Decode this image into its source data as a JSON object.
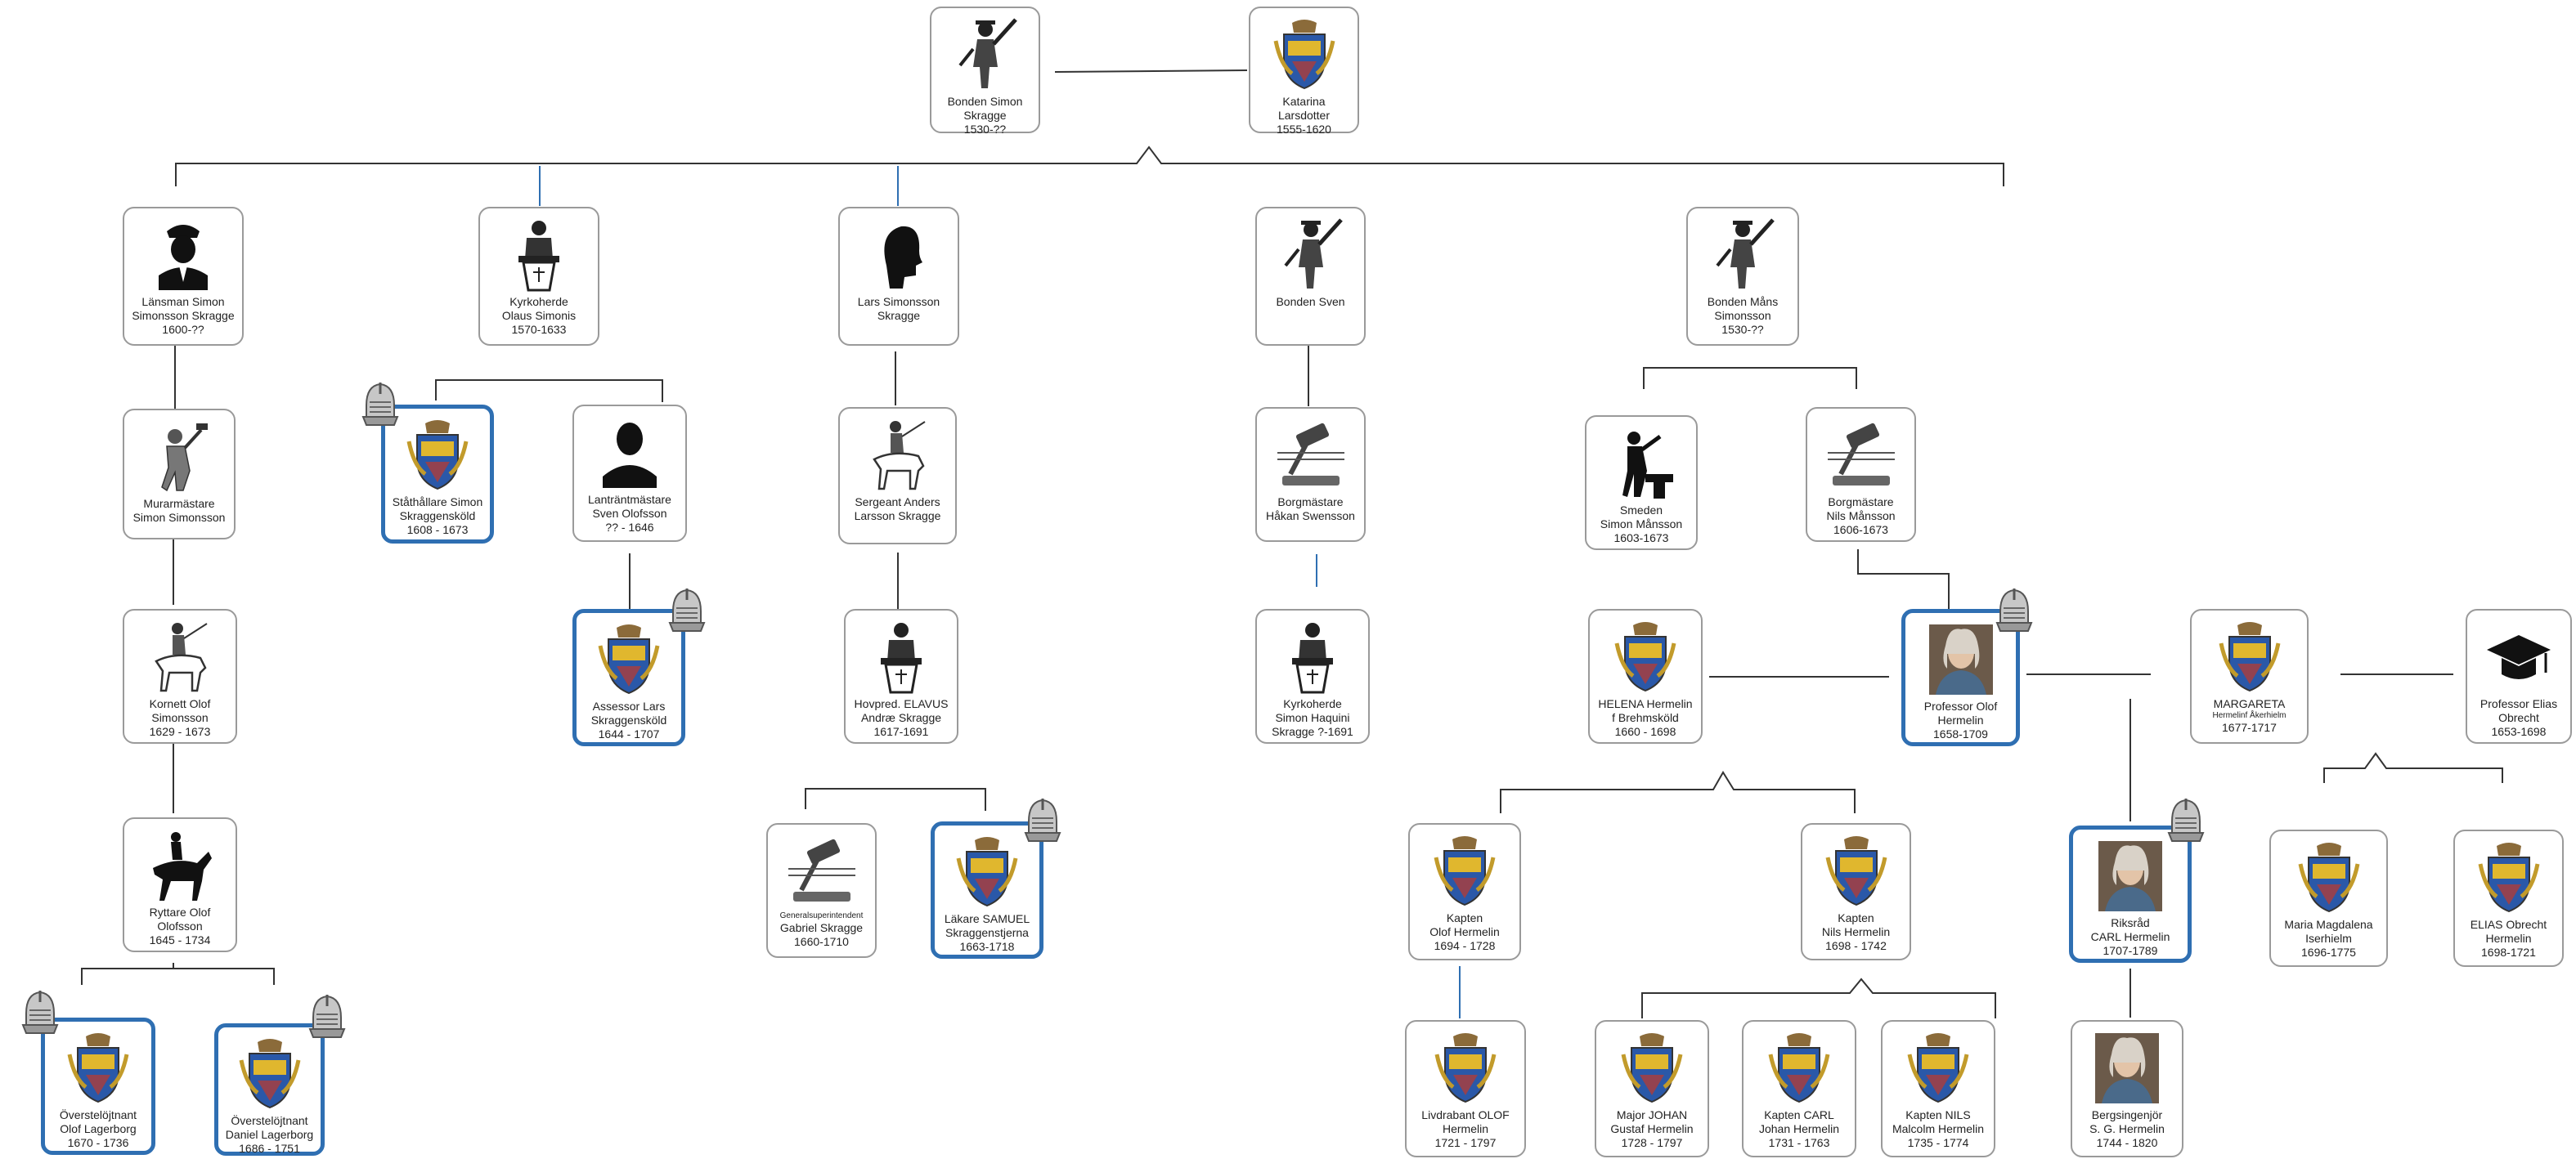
{
  "nodes": {
    "simon_skragge": {
      "lines": [
        "Bonden Simon",
        "Skragge",
        "1530-??"
      ],
      "icon": "farmer-with-flail-icon"
    },
    "katarina": {
      "lines": [
        "Katarina",
        "Larsdotter",
        "1555-1620"
      ],
      "icon": "coat-of-arms-icon"
    },
    "lansman_simon": {
      "lines": [
        "Länsman Simon",
        "Simonsson Skragge",
        "1600-??"
      ],
      "icon": "uniformed-officer-icon"
    },
    "olaus_simonis": {
      "lines": [
        "Kyrkoherde",
        "Olaus Simonis",
        "1570-1633"
      ],
      "icon": "preacher-at-pulpit-icon"
    },
    "lars_simonsson": {
      "lines": [
        "Lars Simonsson",
        "Skragge"
      ],
      "icon": "head-silhouette-icon"
    },
    "bonden_sven": {
      "lines": [
        "Bonden Sven"
      ],
      "icon": "farmer-with-flail-icon"
    },
    "mans_simonsson": {
      "lines": [
        "Bonden Måns",
        "Simonsson",
        "1530-??"
      ],
      "icon": "farmer-with-flail-icon"
    },
    "murarmastare": {
      "lines": [
        "Murarmästare",
        "Simon Simonsson"
      ],
      "icon": "mason-with-hammer-icon"
    },
    "stathallare": {
      "lines": [
        "Ståthållare Simon",
        "Skraggensköld",
        "1608 - 1673"
      ],
      "icon": "coat-of-arms-icon"
    },
    "lantrantmastare": {
      "lines": [
        "Lanträntmästare",
        "Sven Olofsson",
        "??  - 1646"
      ],
      "icon": "person-silhouette-icon"
    },
    "sergeant_anders": {
      "lines": [
        "Sergeant Anders",
        "Larsson Skragge"
      ],
      "icon": "mounted-soldier-icon"
    },
    "hakan_swensson": {
      "lines": [
        "Borgmästare",
        "Håkan Swensson"
      ],
      "icon": "gavel-icon"
    },
    "smeden": {
      "lines": [
        "Smeden",
        "Simon Månsson",
        "1603-1673"
      ],
      "icon": "blacksmith-icon"
    },
    "nils_mansson": {
      "lines": [
        "Borgmästare",
        "Nils Månsson",
        "1606-1673"
      ],
      "icon": "gavel-icon"
    },
    "kornett_olof": {
      "lines": [
        "Kornett Olof",
        "Simonsson",
        "1629 - 1673"
      ],
      "icon": "mounted-soldier-icon"
    },
    "assessor_lars": {
      "lines": [
        "Assessor Lars",
        "Skraggensköld",
        "1644 - 1707"
      ],
      "icon": "coat-of-arms-icon"
    },
    "hovpred_elavus": {
      "lines": [
        "Hovpred. ELAVUS",
        "Andræ Skragge",
        "1617-1691"
      ],
      "icon": "preacher-at-pulpit-icon"
    },
    "simon_haquini": {
      "lines": [
        "Kyrkoherde",
        "Simon Haquini",
        "Skragge ?-1691"
      ],
      "icon": "preacher-at-pulpit-icon"
    },
    "helena": {
      "lines": [
        "HELENA  Hermelin",
        "f Brehmsköld",
        "1660 - 1698"
      ],
      "icon": "coat-of-arms-icon"
    },
    "professor_olof": {
      "lines": [
        "Professor Olof",
        "Hermelin",
        "1658-1709"
      ],
      "icon": "portrait-icon"
    },
    "margareta": {
      "lines": [
        "MARGARETA",
        "Hermelinf Åkerhielm",
        "1677-1717"
      ],
      "icon": "coat-of-arms-icon"
    },
    "elias_obrecht": {
      "lines": [
        "Professor Elias",
        "Obrecht",
        "1653-1698"
      ],
      "icon": "graduation-cap-icon"
    },
    "ryttare_olof": {
      "lines": [
        "Ryttare Olof",
        "Olofsson",
        "1645 - 1734"
      ],
      "icon": "horse-rider-icon"
    },
    "gabriel_skragge": {
      "lines": [
        "Generalsuperintendent",
        "Gabriel Skragge",
        "1660-1710"
      ],
      "icon": "gavel-icon"
    },
    "samuel": {
      "lines": [
        "Läkare SAMUEL",
        "Skraggenstjerna",
        "1663-1718"
      ],
      "icon": "coat-of-arms-icon"
    },
    "kapten_olof": {
      "lines": [
        "Kapten",
        "Olof Hermelin",
        "1694 - 1728"
      ],
      "icon": "coat-of-arms-icon"
    },
    "kapten_nils": {
      "lines": [
        "Kapten",
        "Nils Hermelin",
        "1698 - 1742"
      ],
      "icon": "coat-of-arms-icon"
    },
    "carl_hermelin": {
      "lines": [
        "Riksråd",
        "CARL Hermelin",
        "1707-1789"
      ],
      "icon": "portrait-icon"
    },
    "maria_magdalena": {
      "lines": [
        "Maria Magdalena",
        "Iserhielm",
        "1696-1775"
      ],
      "icon": "coat-of-arms-icon"
    },
    "elias_obrecht_jr": {
      "lines": [
        "ELIAS Obrecht",
        "Hermelin",
        "1698-1721"
      ],
      "icon": "coat-of-arms-icon"
    },
    "olof_lagerborg": {
      "lines": [
        "Överstelöjtnant",
        "Olof Lagerborg",
        "1670 - 1736"
      ],
      "icon": "coat-of-arms-icon"
    },
    "daniel_lagerborg": {
      "lines": [
        "Överstelöjtnant",
        "Daniel Lagerborg",
        "1686 - 1751"
      ],
      "icon": "coat-of-arms-icon"
    },
    "livdrabant_olof": {
      "lines": [
        "Livdrabant OLOF",
        "Hermelin",
        "1721 - 1797"
      ],
      "icon": "coat-of-arms-icon"
    },
    "major_johan": {
      "lines": [
        "Major JOHAN",
        "Gustaf Hermelin",
        "1728 - 1797"
      ],
      "icon": "coat-of-arms-icon"
    },
    "kapten_carl": {
      "lines": [
        "Kapten CARL",
        "Johan Hermelin",
        "1731 - 1763"
      ],
      "icon": "coat-of-arms-icon"
    },
    "kapten_nils_malcolm": {
      "lines": [
        "Kapten NILS",
        "Malcolm Hermelin",
        "1735 - 1774"
      ],
      "icon": "coat-of-arms-icon"
    },
    "bergsingenjor": {
      "lines": [
        "Bergsingenjör",
        "S. G. Hermelin",
        "1744 - 1820"
      ],
      "icon": "portrait-icon"
    }
  },
  "colors": {
    "noble_border": "#2f6fb2",
    "box_border": "#9a9a9a",
    "line": "#333333",
    "blue_line": "#2f6fb2"
  },
  "helmet_icon": "knight-helmet-icon"
}
